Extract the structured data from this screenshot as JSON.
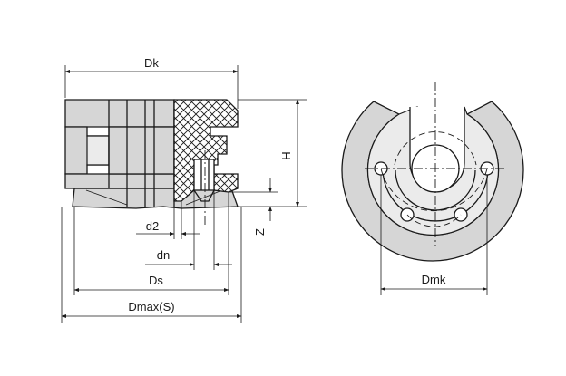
{
  "labels": {
    "dk": "Dk",
    "h": "H",
    "d2": "d2",
    "z": "Z",
    "dn": "dn",
    "ds": "Ds",
    "dmax": "Dmax(S)",
    "dmk": "Dmk"
  },
  "colors": {
    "line": "#1a1a1a",
    "fill_main": "#d6d6d6",
    "fill_light": "#ebebeb",
    "background": "#ffffff"
  }
}
